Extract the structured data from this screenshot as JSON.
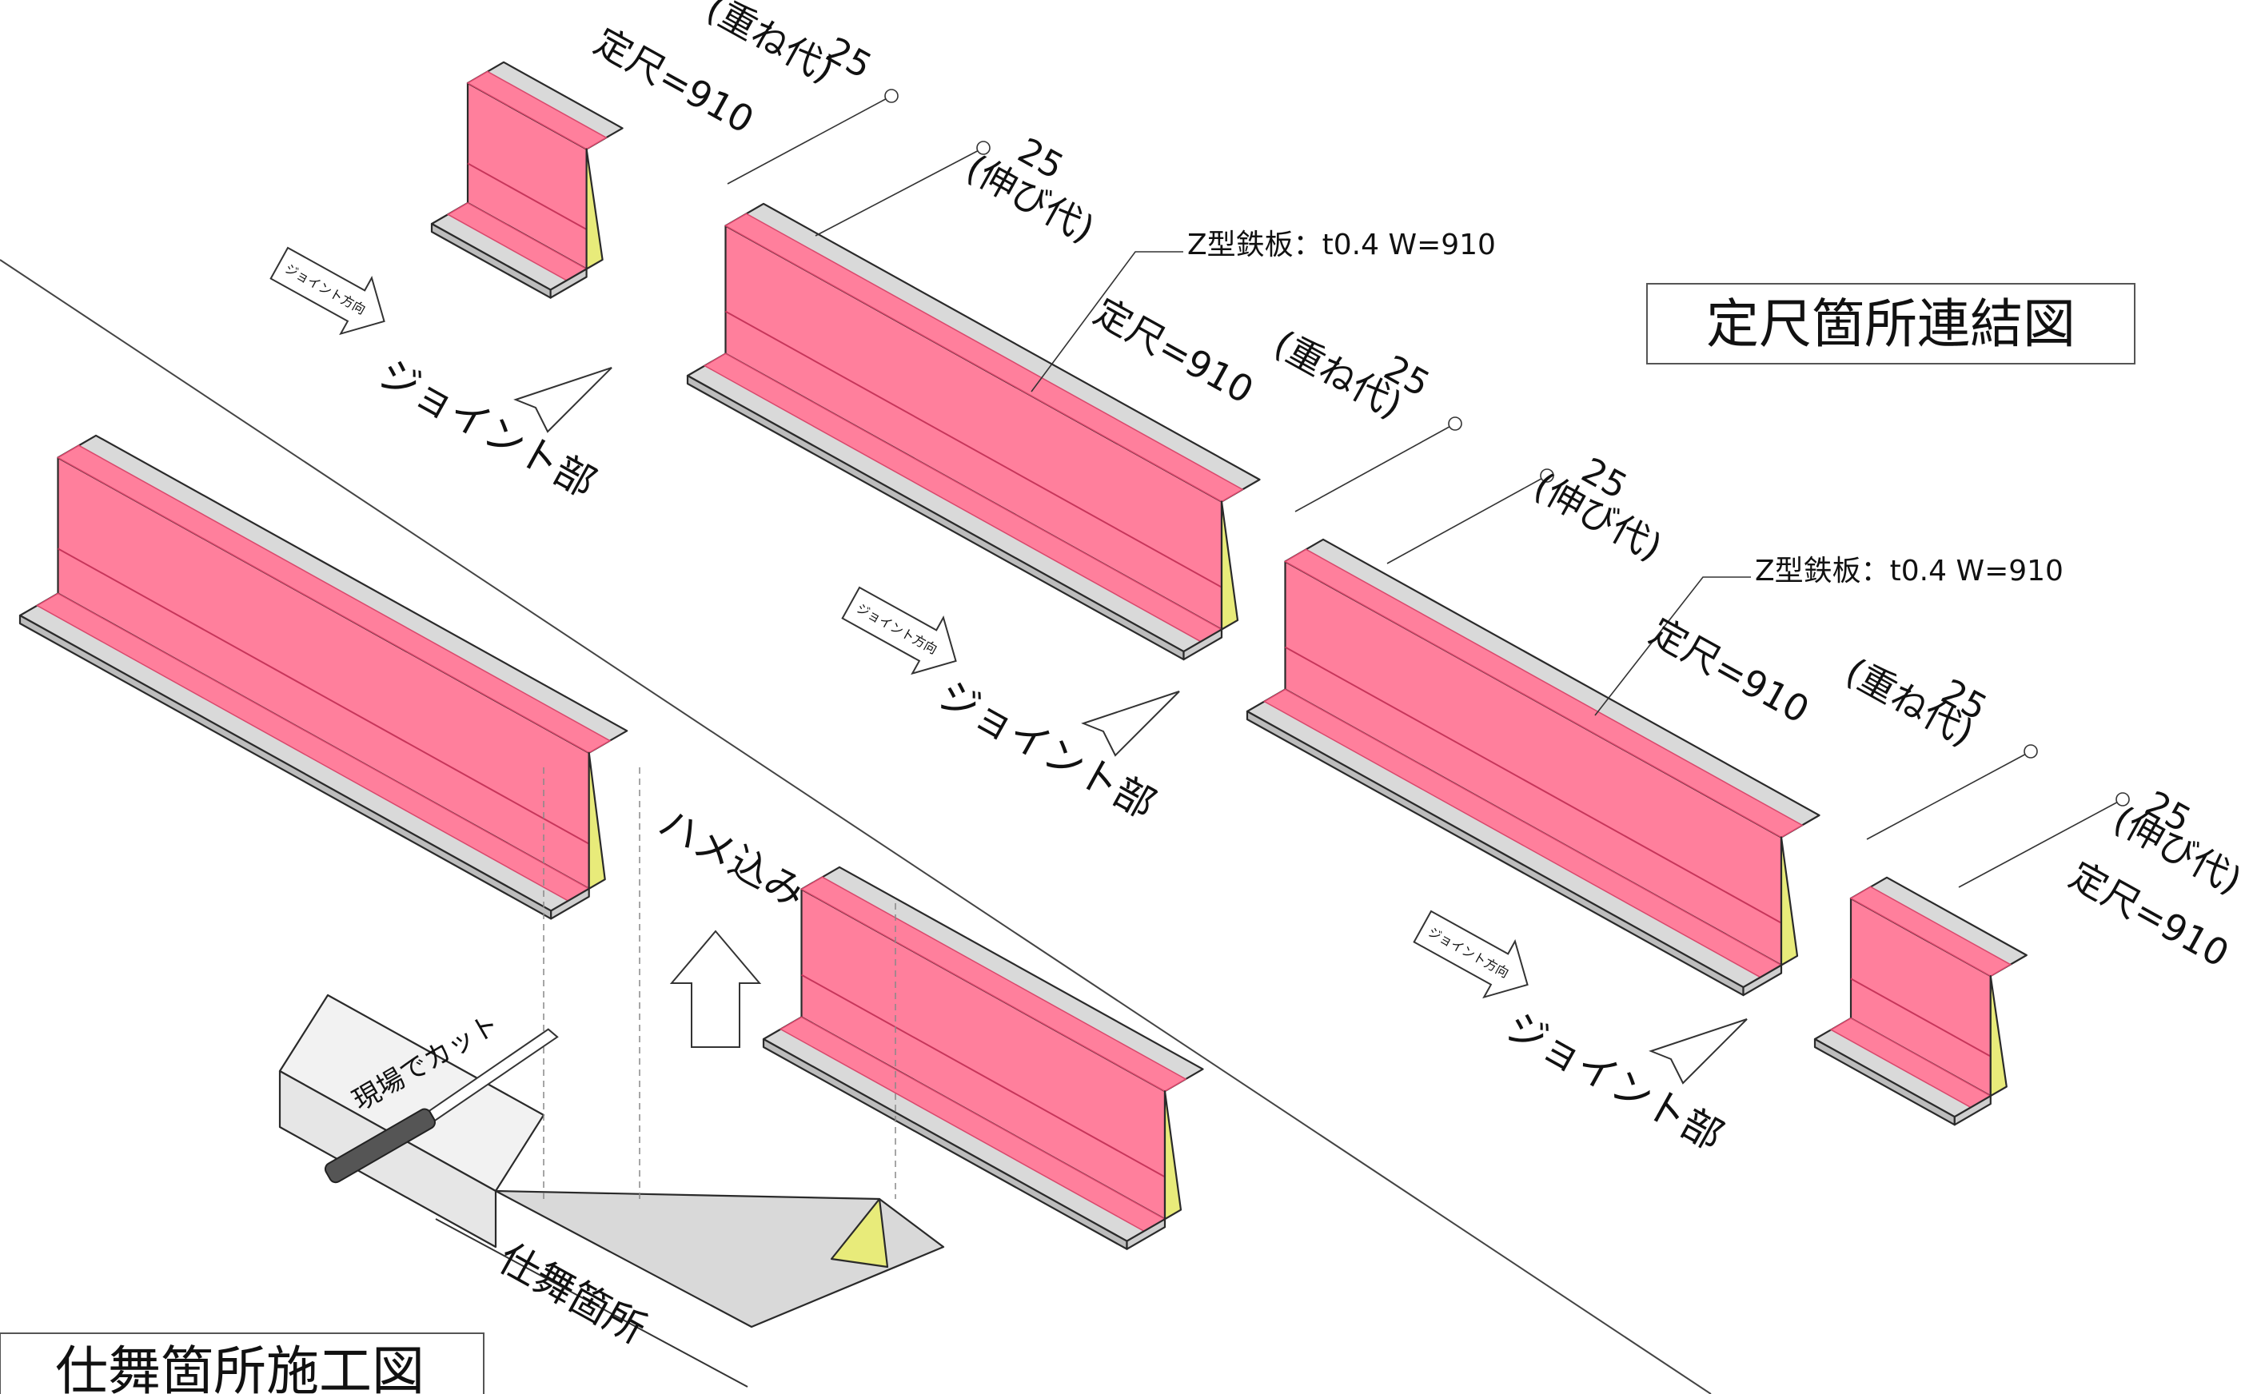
{
  "title_main": "定尺箇所連結図",
  "title_sub": "仕舞箇所施工図",
  "plate_label": "Z型鉄板：t0.4 W=910",
  "std_length": "定尺=910",
  "overlap_num": "25",
  "overlap_label": "(重ね代)",
  "extend_num": "25",
  "extend_label": "(伸び代)",
  "joint_part": "ジョイント部",
  "joint_dir": "ジョイント方向",
  "fit_in": "ハメ込み",
  "cut_site": "現場でカット",
  "finish_part": "仕舞箇所",
  "colors": {
    "pink": "#FF7F9C",
    "gray": "#D9D9D9",
    "yellow": "#E8EB7A",
    "stroke": "#2a2a2a"
  }
}
